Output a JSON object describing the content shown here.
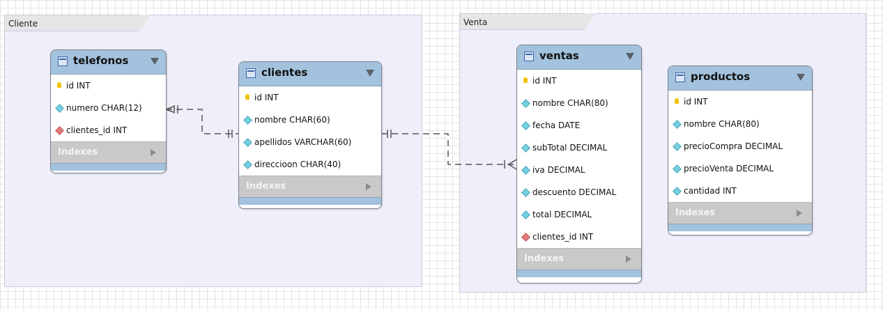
{
  "layers": [
    {
      "id": "cliente",
      "name": "Cliente"
    },
    {
      "id": "venta",
      "name": "Venta"
    }
  ],
  "tables": {
    "telefonos": {
      "name": "telefonos",
      "columns": [
        {
          "name": "id INT",
          "key": "pk"
        },
        {
          "name": "numero CHAR(12)",
          "key": "col"
        },
        {
          "name": "clientes_id INT",
          "key": "fk"
        }
      ],
      "indexes_label": "Indexes"
    },
    "clientes": {
      "name": "clientes",
      "columns": [
        {
          "name": "id INT",
          "key": "pk"
        },
        {
          "name": "nombre CHAR(60)",
          "key": "col"
        },
        {
          "name": "apellidos VARCHAR(60)",
          "key": "col"
        },
        {
          "name": "direccioon CHAR(40)",
          "key": "col"
        }
      ],
      "indexes_label": "Indexes"
    },
    "ventas": {
      "name": "ventas",
      "columns": [
        {
          "name": "id INT",
          "key": "pk"
        },
        {
          "name": "nombre CHAR(80)",
          "key": "col"
        },
        {
          "name": "fecha DATE",
          "key": "col"
        },
        {
          "name": "subTotal DECIMAL",
          "key": "col"
        },
        {
          "name": "iva DECIMAL",
          "key": "col"
        },
        {
          "name": "descuento DECIMAL",
          "key": "col"
        },
        {
          "name": "total DECIMAL",
          "key": "col"
        },
        {
          "name": "clientes_id INT",
          "key": "fk"
        }
      ],
      "indexes_label": "Indexes"
    },
    "productos": {
      "name": "productos",
      "columns": [
        {
          "name": "id INT",
          "key": "pk"
        },
        {
          "name": "nombre CHAR(80)",
          "key": "col"
        },
        {
          "name": "precioCompra DECIMAL",
          "key": "col"
        },
        {
          "name": "precioVenta DECIMAL",
          "key": "col"
        },
        {
          "name": "cantidad INT",
          "key": "col"
        }
      ],
      "indexes_label": "Indexes"
    }
  },
  "relationships": [
    {
      "from": "telefonos",
      "to": "clientes",
      "style": "dashed",
      "cardinality": "many-to-one"
    },
    {
      "from": "clientes",
      "to": "ventas",
      "style": "dashed",
      "cardinality": "one-to-many"
    }
  ],
  "colors": {
    "header": "#a3c2dd",
    "layer_bg": "#eeeffb",
    "indexes_bg": "#c9c9c9",
    "pk": "#f2c200",
    "column": "#74cfe0",
    "fk": "#e47a7a"
  }
}
